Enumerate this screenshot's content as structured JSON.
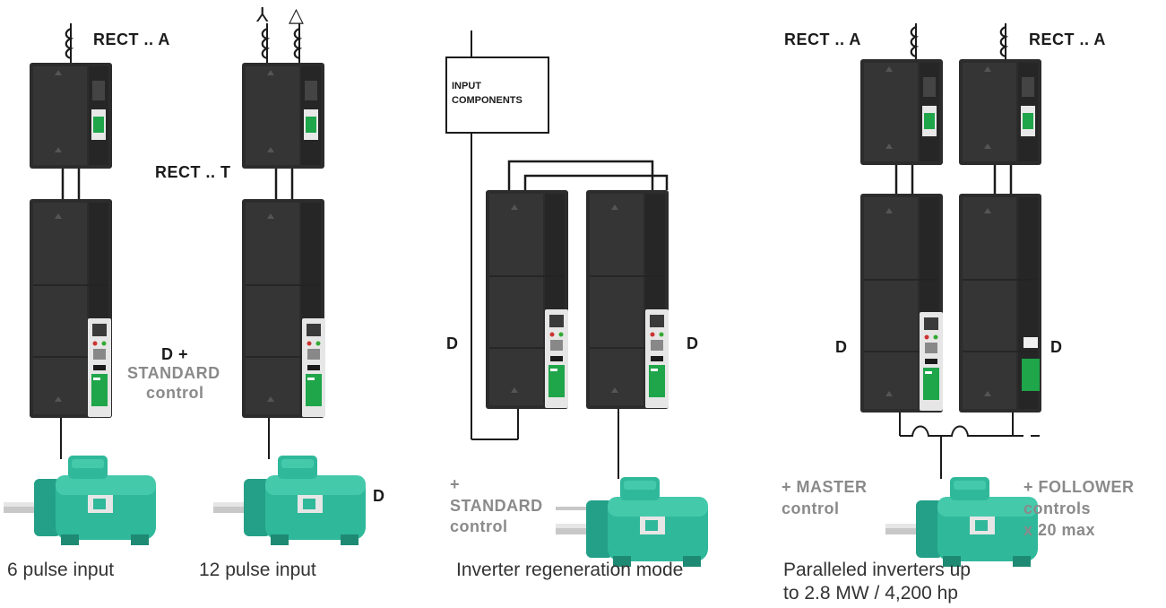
{
  "labels": {
    "rect_a": "RECT .. A",
    "rect_t": "RECT .. T",
    "d": "D",
    "d_plus": "D +",
    "standard": "STANDARD",
    "control": "control",
    "input_components_1": "INPUT",
    "input_components_2": "COMPONENTS",
    "plus": "+",
    "plus_master": "+ MASTER",
    "plus_follower": "+ FOLLOWER",
    "controls": "controls",
    "x20max": "x 20 max",
    "star_symbol": "⅄",
    "delta_symbol": "△"
  },
  "captions": {
    "six_pulse": "6 pulse input",
    "twelve_pulse": "12 pulse input",
    "regen": "Inverter regeneration mode",
    "parallel_1": "Paralleled inverters up",
    "parallel_2": "to 2.8 MW / 4,200 hp"
  },
  "colors": {
    "drive_body": "#2f2f2f",
    "drive_panel": "#3a3a3a",
    "keypad_green": "#1fa54a",
    "motor_teal": "#2fb89a",
    "wire": "#1b1b1b",
    "grey_text": "#8a8a8a"
  }
}
